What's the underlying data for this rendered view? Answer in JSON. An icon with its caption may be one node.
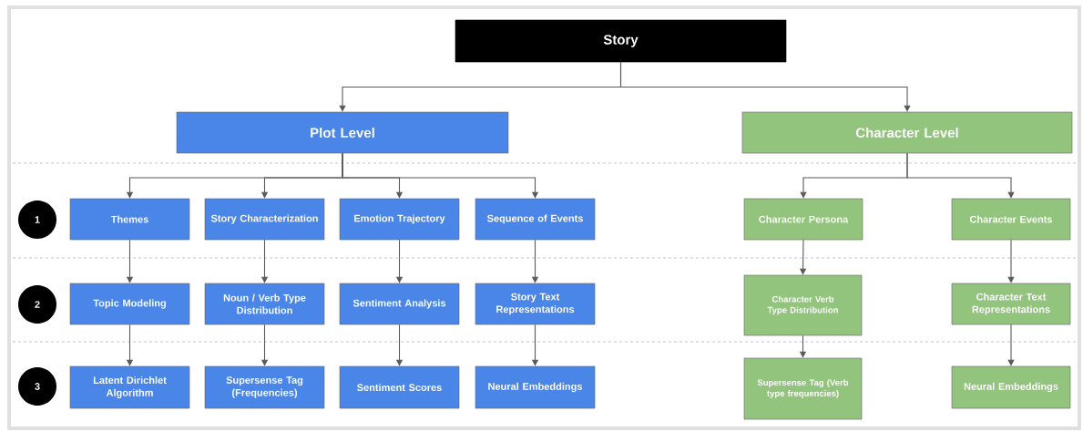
{
  "diagram": {
    "nodes": [
      {
        "text": [
          "Story"
        ]
      },
      {
        "text": [
          "Plot Level"
        ]
      },
      {
        "text": [
          "Character Level"
        ]
      },
      {
        "text": [
          "1"
        ]
      },
      {
        "text": [
          "Themes"
        ]
      },
      {
        "text": [
          "Story Characterization"
        ]
      },
      {
        "text": [
          "Emotion Trajectory"
        ]
      },
      {
        "text": [
          "Sequence of Events"
        ]
      },
      {
        "text": [
          "Character Persona"
        ]
      },
      {
        "text": [
          "Character Events"
        ]
      },
      {
        "text": [
          "2"
        ]
      },
      {
        "text": [
          "Topic Modeling"
        ]
      },
      {
        "text": [
          "Noun / Verb Type Distribution"
        ]
      },
      {
        "text": [
          "Sentiment Analysis"
        ]
      },
      {
        "text": [
          "Story Text Representations"
        ]
      },
      {
        "text": [
          "Character Verb Type Distribution"
        ]
      },
      {
        "text": [
          "Character Text Representations"
        ]
      },
      {
        "text": [
          "3"
        ]
      },
      {
        "text": [
          "Latent Dirichlet Algorithm"
        ]
      },
      {
        "text": [
          "Supersense Tag (Frequencies)"
        ]
      },
      {
        "text": [
          "Sentiment Scores"
        ]
      },
      {
        "text": [
          "Neural Embeddings"
        ]
      },
      {
        "text": [
          "Supersense Tag (Verb type frequencies)"
        ]
      },
      {
        "text": [
          "Neural Embeddings"
        ]
      }
    ],
    "edges": [
      {
        "from": 0,
        "to": 1,
        "arrow": "to"
      },
      {
        "from": 0,
        "to": 2,
        "arrow": "to"
      },
      {
        "from": 1,
        "to": 4,
        "arrow": "to"
      },
      {
        "from": 1,
        "to": 5,
        "arrow": "to"
      },
      {
        "from": 1,
        "to": 6,
        "arrow": "to"
      },
      {
        "from": 1,
        "to": 7,
        "arrow": "to"
      },
      {
        "from": 2,
        "to": 8,
        "arrow": "to"
      },
      {
        "from": 2,
        "to": 9,
        "arrow": "to"
      },
      {
        "from": 4,
        "to": 11,
        "arrow": "to"
      },
      {
        "from": 5,
        "to": 12,
        "arrow": "to"
      },
      {
        "from": 6,
        "to": 13,
        "arrow": "to"
      },
      {
        "from": 7,
        "to": 14,
        "arrow": "to"
      },
      {
        "from": 8,
        "to": 15,
        "arrow": "to"
      },
      {
        "from": 9,
        "to": 16,
        "arrow": "to"
      },
      {
        "from": 11,
        "to": 18,
        "arrow": "to"
      },
      {
        "from": 12,
        "to": 19,
        "arrow": "to"
      },
      {
        "from": 13,
        "to": 20,
        "arrow": "to"
      },
      {
        "from": 14,
        "to": 21,
        "arrow": "to"
      },
      {
        "from": 15,
        "to": 22,
        "arrow": "to"
      },
      {
        "from": 16,
        "to": 23,
        "arrow": "to"
      }
    ]
  }
}
